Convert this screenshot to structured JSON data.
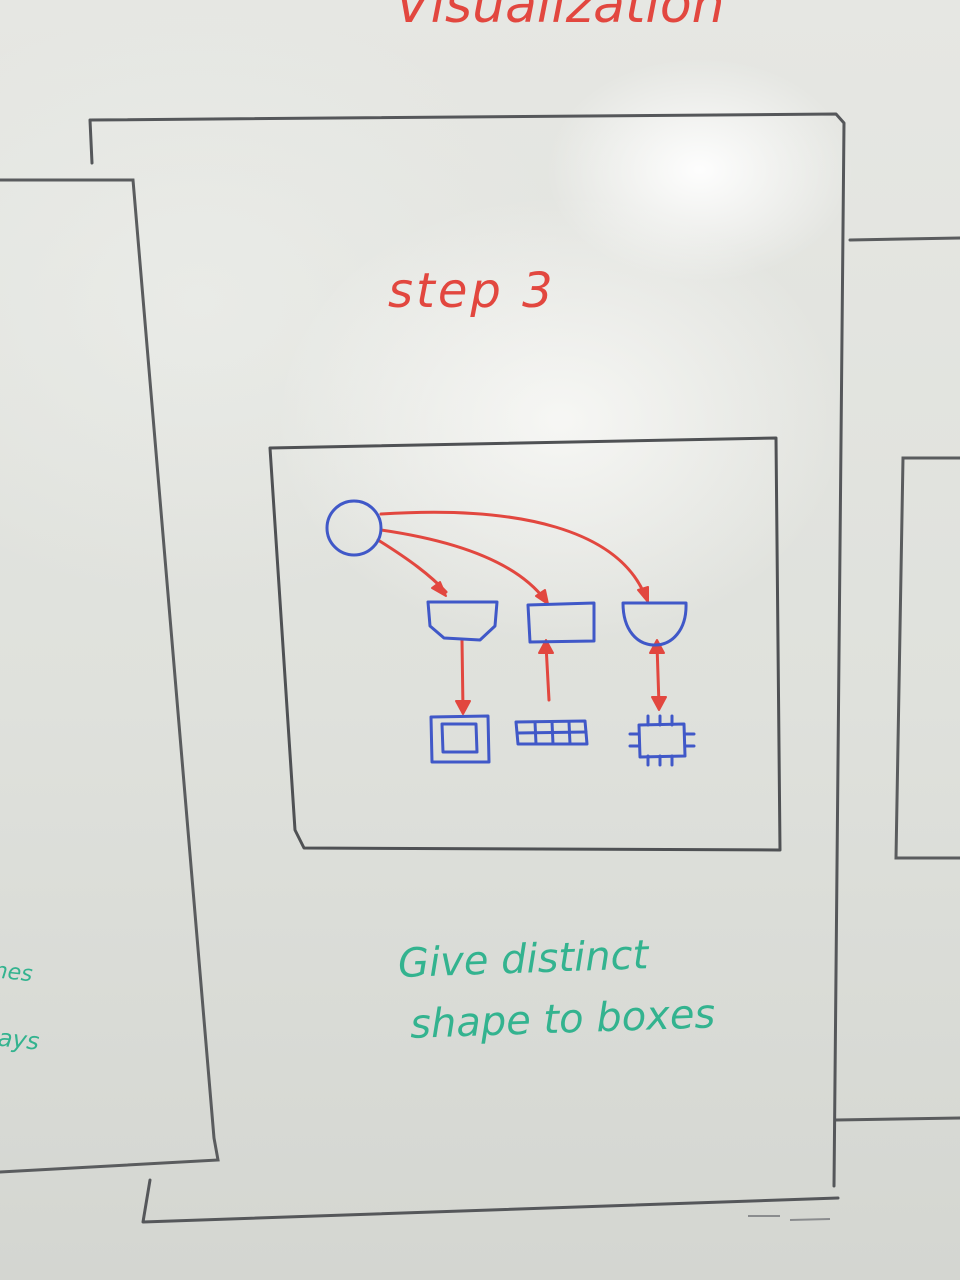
{
  "board": {
    "top_heading_partial": "Visualization",
    "step_title": "step 3",
    "caption_line1": "Give distinct",
    "caption_line2": "shape to boxes",
    "left_panel_fragment1": "…ones",
    "left_panel_fragment2": "…elays"
  },
  "colors": {
    "board": "#e3e4e0",
    "frame_ink": "#55575a",
    "red_marker": "#e2473f",
    "blue_marker": "#4058c8",
    "green_marker": "#33b38f"
  },
  "icons": [
    "source-circle-icon",
    "trapezoid-box-icon",
    "rectangle-box-icon",
    "cup-box-icon",
    "framed-square-icon",
    "grid-strip-icon",
    "chip-icon"
  ]
}
